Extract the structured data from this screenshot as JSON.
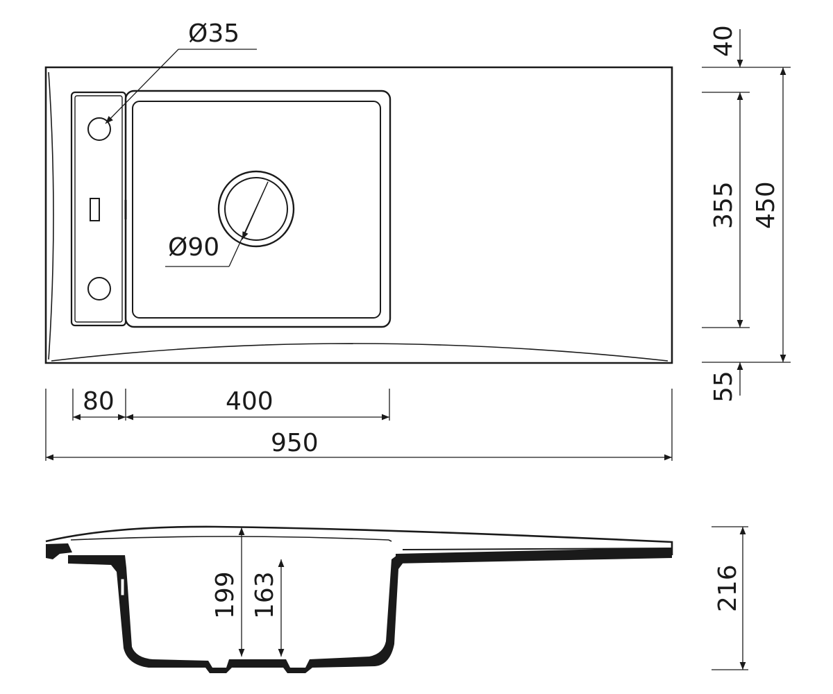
{
  "diagram": {
    "type": "technical-drawing",
    "subject": "kitchen sink with drainboard",
    "line_color": "#1a1a1a",
    "background": "#ffffff"
  },
  "dimensions": {
    "tap_hole": "Ø35",
    "drain": "Ø90",
    "back_margin": "40",
    "bowl_length": "355",
    "total_depth": "450",
    "front_margin": "55",
    "side_section": "80",
    "bowl_width": "400",
    "total_width": "950",
    "depth_199": "199",
    "depth_163": "163",
    "total_height": "216"
  }
}
